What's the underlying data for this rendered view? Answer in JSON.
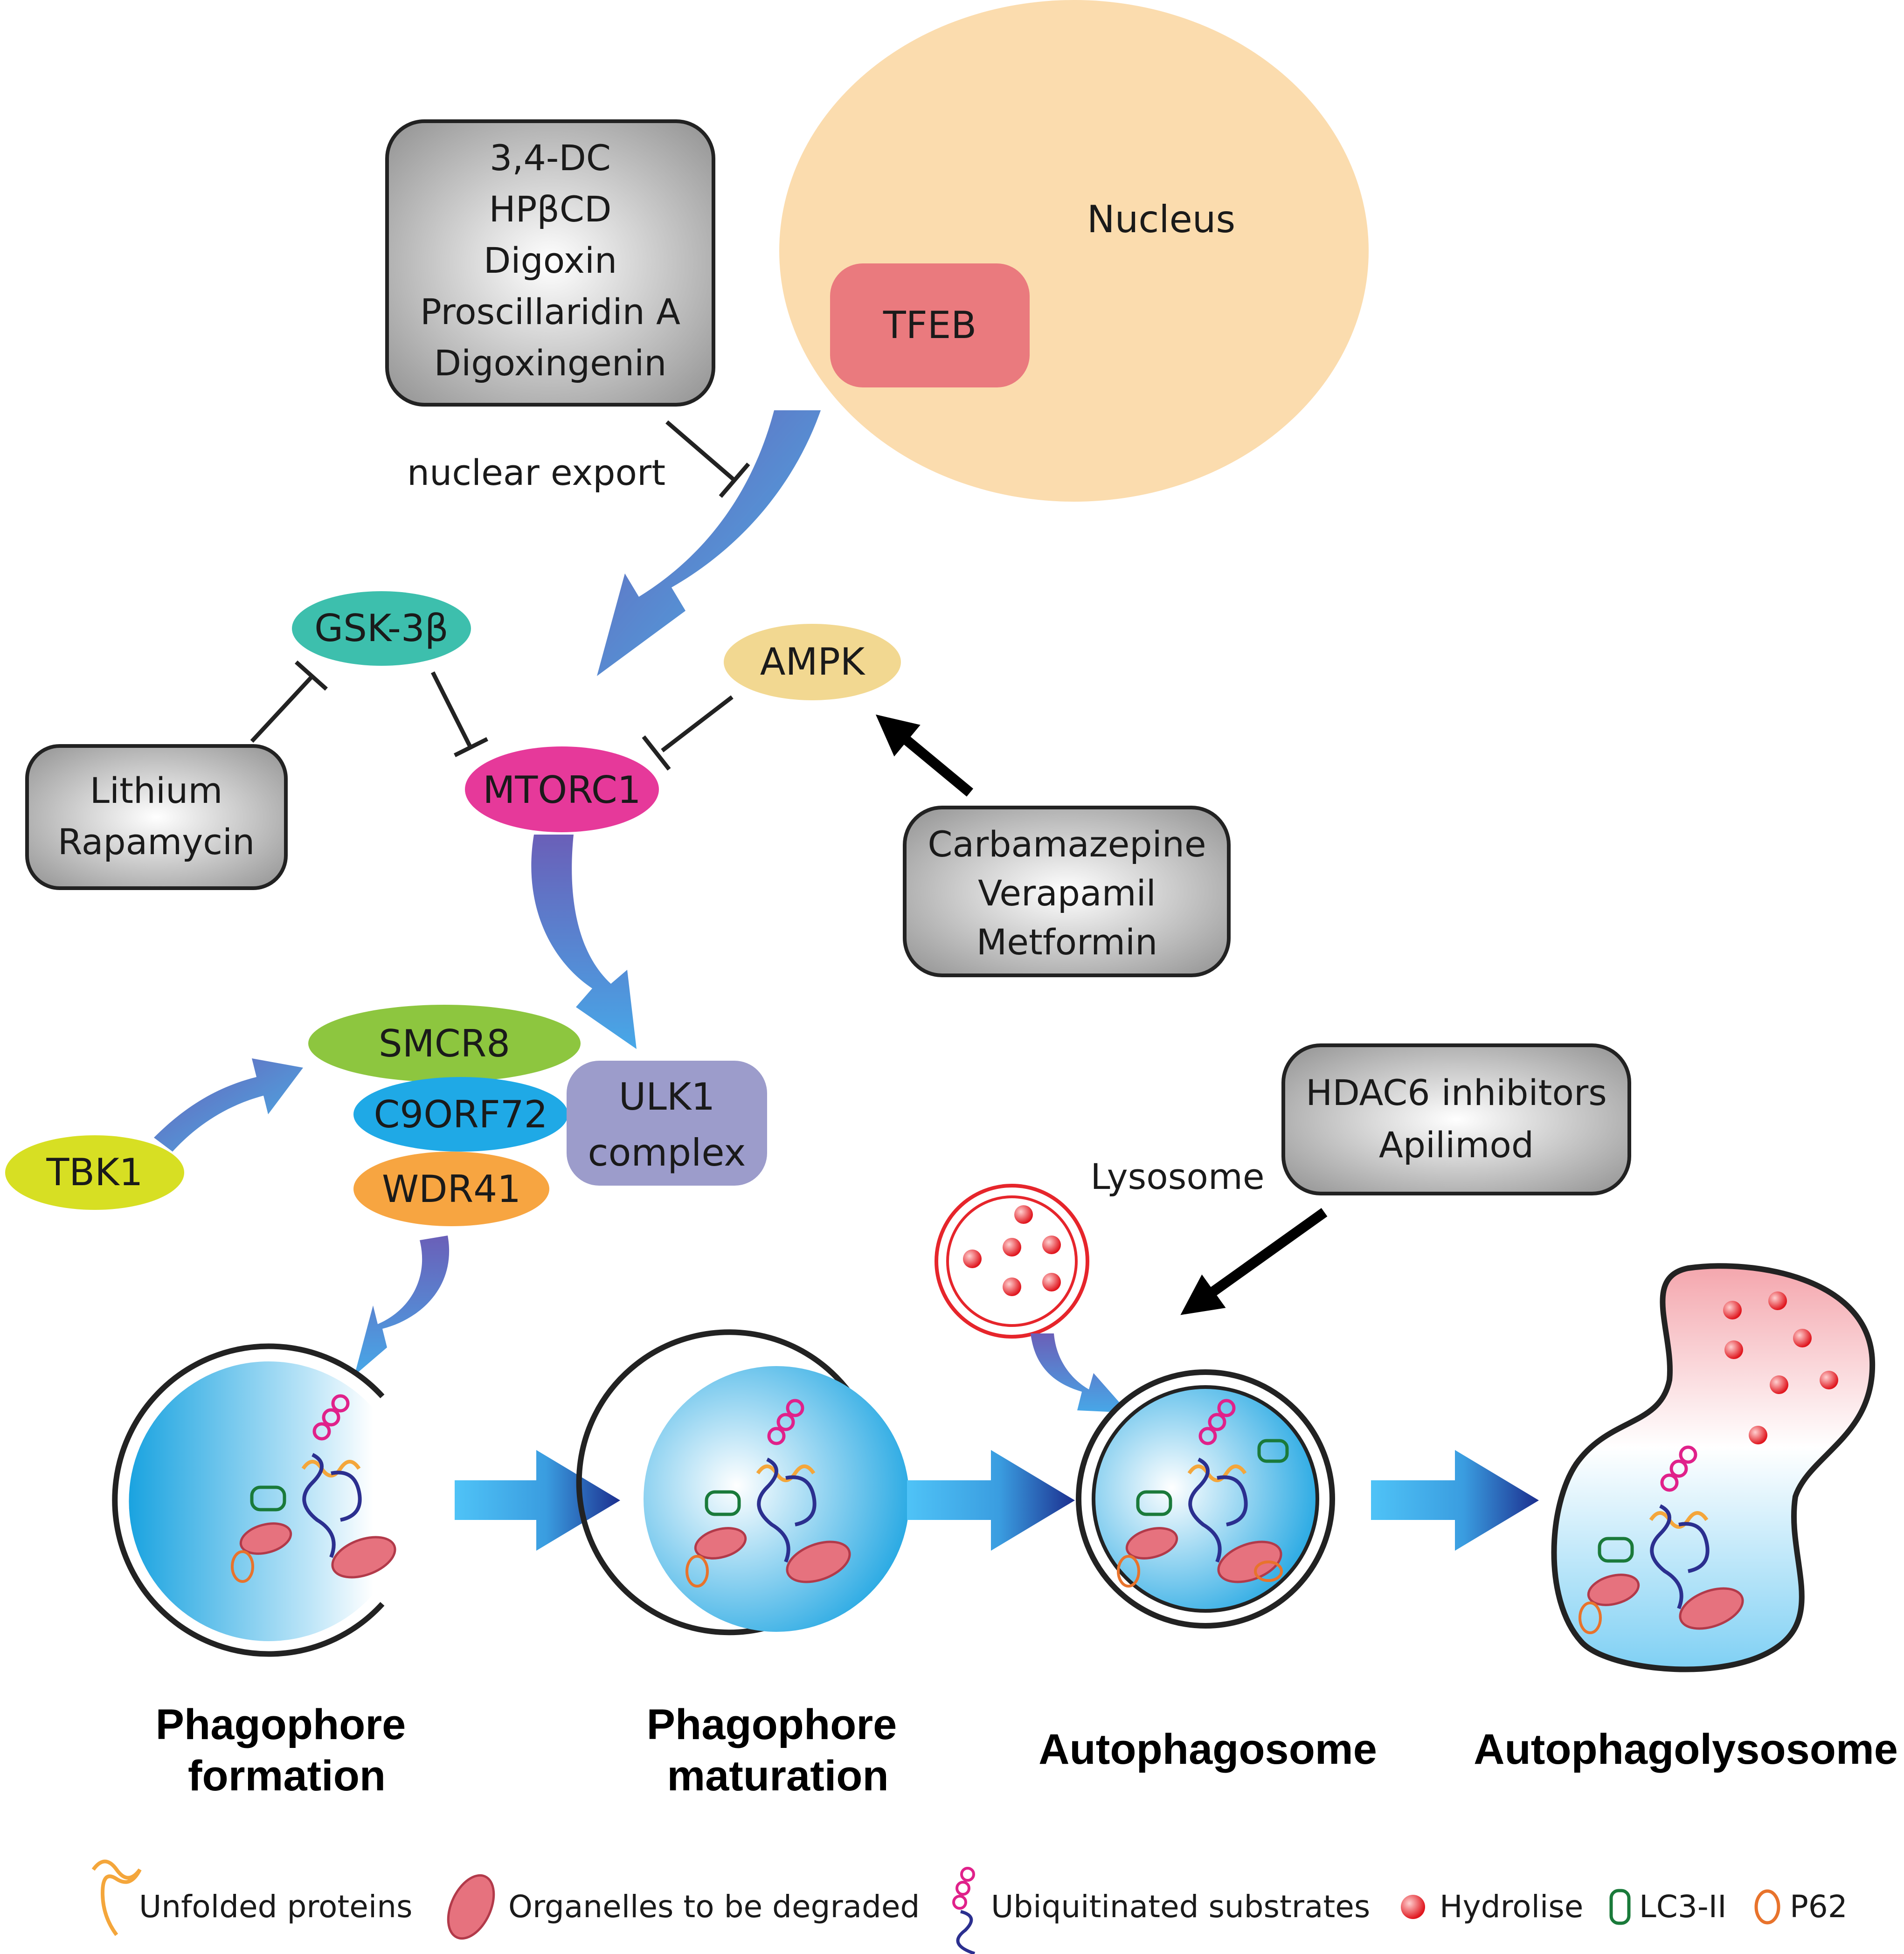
{
  "nucleus": {
    "label": "Nucleus",
    "tfeb": "TFEB"
  },
  "drug_boxes": {
    "nuclear_export_drugs": [
      "3,4-DC",
      "HPβCD",
      "Digoxin",
      "Proscillaridin A",
      "Digoxingenin"
    ],
    "lithium_group": [
      "Lithium",
      "Rapamycin"
    ],
    "ampk_activators": [
      "Carbamazepine",
      "Verapamil",
      "Metformin"
    ],
    "lysosome_drugs": [
      "HDAC6 inhibitors",
      "Apilimod"
    ]
  },
  "labels": {
    "nuclear_export": "nuclear  export",
    "lysosome": "Lysosome"
  },
  "nodes": {
    "gsk3b": "GSK-3β",
    "mtorc1": "MTORC1",
    "ampk": "AMPK",
    "smcr8": "SMCR8",
    "c9orf72": "C9ORF72",
    "wdr41": "WDR41",
    "ulk1": [
      "ULK1",
      "complex"
    ],
    "tbk1": "TBK1"
  },
  "stages": [
    [
      "Phagophore",
      "formation"
    ],
    [
      "Phagophore",
      "maturation"
    ],
    [
      "Autophagosome"
    ],
    [
      "Autophagolysosome"
    ]
  ],
  "legend": [
    {
      "icon": "unfolded-protein-icon",
      "label": "Unfolded proteins"
    },
    {
      "icon": "organelle-icon",
      "label": "Organelles to be degraded"
    },
    {
      "icon": "ubiquitinated-substrate-icon",
      "label": "Ubiquitinated substrates"
    },
    {
      "icon": "hydrolase-icon",
      "label": "Hydrolise"
    },
    {
      "icon": "lc3-ii-icon",
      "label": "LC3-II"
    },
    {
      "icon": "p62-icon",
      "label": "P62"
    }
  ],
  "colors": {
    "nucleus": "#fbdcae",
    "tfeb": "#ea7a7e",
    "drug_box": "#a6a6a6",
    "gsk3b": "#3dbfad",
    "mtorc1": "#e6399a",
    "ampk": "#f2d891",
    "smcr8": "#8dc63f",
    "c9orf72": "#1fa9e6",
    "wdr41": "#f7a541",
    "ulk1": "#9c9ccb",
    "tbk1": "#d7df23",
    "flow_arrow": "#4fc3f7",
    "hydrolase": "#e6252b",
    "lc3_ii": "#1a7a3a",
    "p62": "#e8732c"
  }
}
